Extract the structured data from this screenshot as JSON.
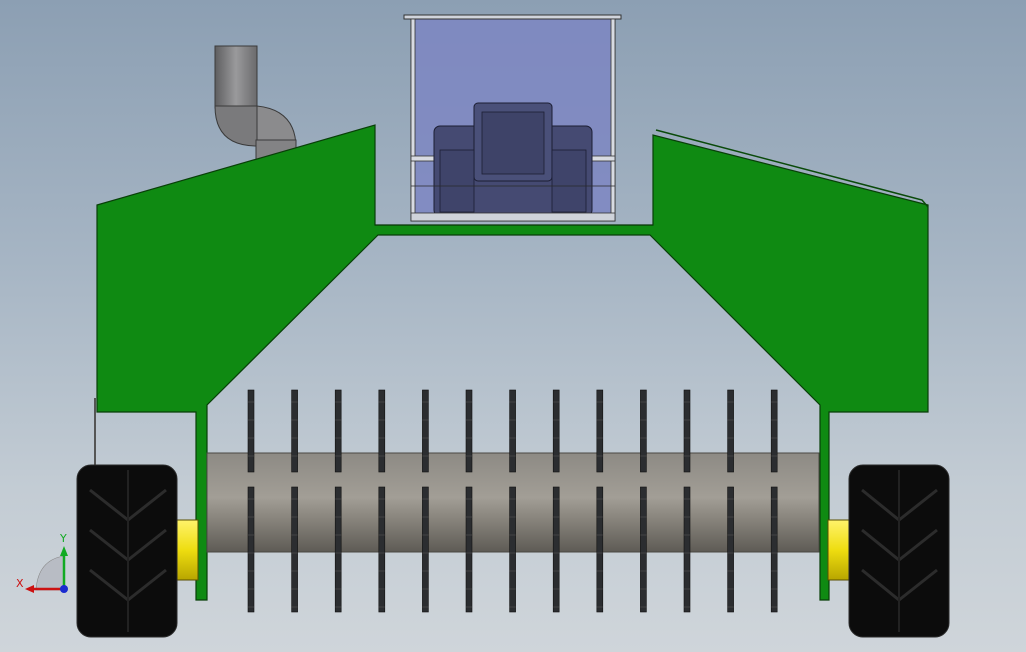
{
  "triad": {
    "x_label": "X",
    "y_label": "Y",
    "x_color": "#cc1111",
    "y_color": "#11aa22",
    "z_color": "#1a2bd0"
  },
  "colors": {
    "frame": "#0f8a12",
    "frame_edge": "#0a4a0a",
    "drum": "#8e8a82",
    "tine": "#2b2d30",
    "tire": "#0c0c0c",
    "axle": "#f2e20f",
    "cab_glass": "#7a85c0",
    "seat": "#454a72",
    "exhaust": "#7e7e80"
  },
  "drum": {
    "tine_count": 13
  }
}
